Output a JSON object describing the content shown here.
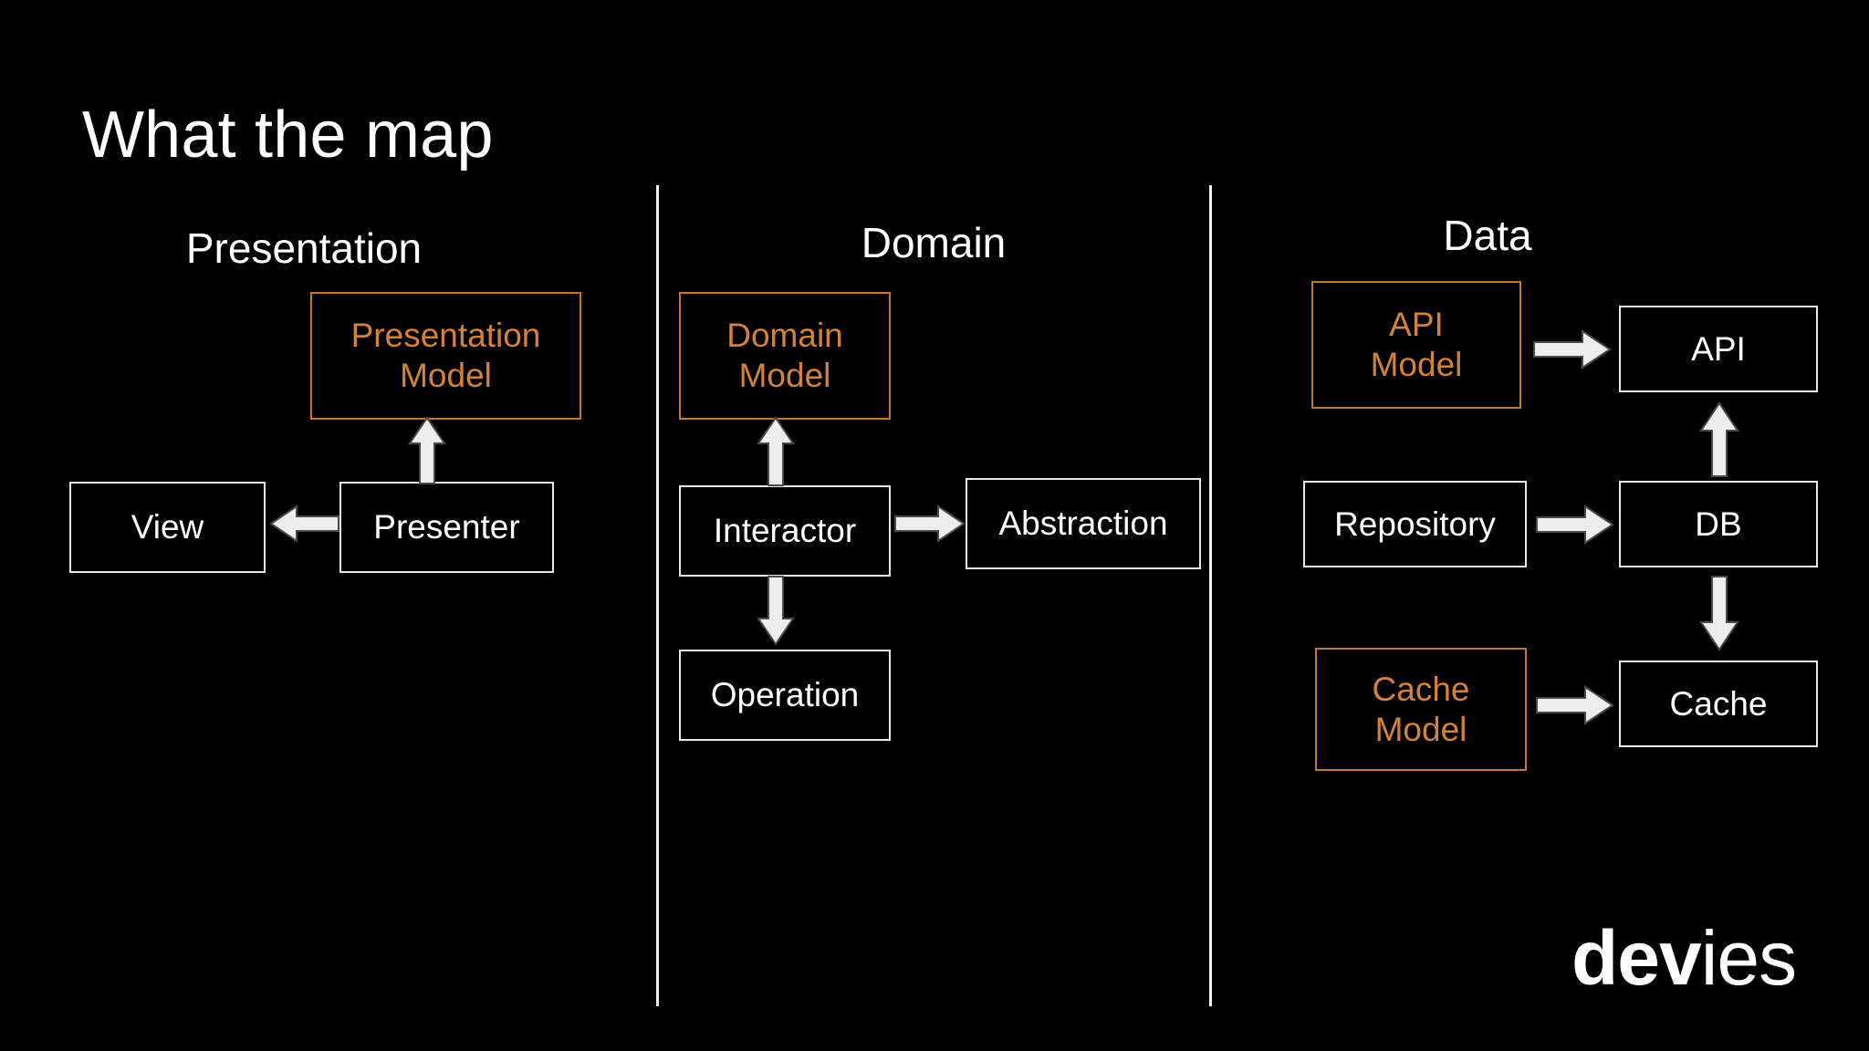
{
  "slide": {
    "title": "What the map",
    "background_color": "#000000",
    "text_color": "#ffffff",
    "accent_color": "#d4823b"
  },
  "columns": [
    {
      "id": "presentation",
      "heading": "Presentation"
    },
    {
      "id": "domain",
      "heading": "Domain"
    },
    {
      "id": "data",
      "heading": "Data"
    }
  ],
  "nodes": {
    "presentation_model": {
      "line1": "Presentation",
      "line2": "Model",
      "style": "orange"
    },
    "view": {
      "line1": "View",
      "style": "white"
    },
    "presenter": {
      "line1": "Presenter",
      "style": "white"
    },
    "domain_model": {
      "line1": "Domain",
      "line2": "Model",
      "style": "orange"
    },
    "interactor": {
      "line1": "Interactor",
      "style": "white"
    },
    "abstraction": {
      "line1": "Abstraction",
      "style": "white"
    },
    "operation": {
      "line1": "Operation",
      "style": "white"
    },
    "api_model": {
      "line1": "API",
      "line2": "Model",
      "style": "orange"
    },
    "api": {
      "line1": "API",
      "style": "white"
    },
    "repository": {
      "line1": "Repository",
      "style": "white"
    },
    "db": {
      "line1": "DB",
      "style": "white"
    },
    "cache_model": {
      "line1": "Cache",
      "line2": "Model",
      "style": "orange"
    },
    "cache": {
      "line1": "Cache",
      "style": "white"
    }
  },
  "arrows": [
    {
      "name": "presenter-to-presentation-model",
      "direction": "up"
    },
    {
      "name": "presenter-to-view",
      "direction": "left"
    },
    {
      "name": "interactor-to-domain-model",
      "direction": "up"
    },
    {
      "name": "interactor-to-abstraction",
      "direction": "right"
    },
    {
      "name": "interactor-to-operation",
      "direction": "down"
    },
    {
      "name": "api-model-to-api",
      "direction": "right"
    },
    {
      "name": "db-to-api",
      "direction": "up"
    },
    {
      "name": "repository-to-db",
      "direction": "right"
    },
    {
      "name": "db-to-cache",
      "direction": "down"
    },
    {
      "name": "cache-model-to-cache",
      "direction": "right"
    }
  ],
  "logo": {
    "bold_part": "dev",
    "light_part": "ies"
  }
}
